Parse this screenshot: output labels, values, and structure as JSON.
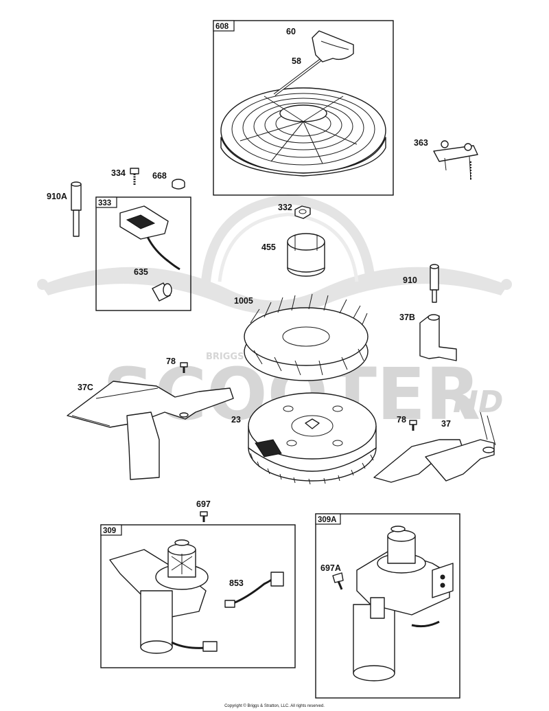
{
  "watermark": {
    "brand": "SCOOTER",
    "tag": "BRIGGS",
    "suffix": "HD"
  },
  "part_labels": {
    "p60": "60",
    "p58": "58",
    "p363": "363",
    "p334": "334",
    "p668": "668",
    "p910A": "910A",
    "p332": "332",
    "p455": "455",
    "p635": "635",
    "p910": "910",
    "p1005": "1005",
    "p37B": "37B",
    "p78a": "78",
    "p37C": "37C",
    "p23": "23",
    "p78b": "78",
    "p37": "37",
    "p697": "697",
    "p853": "853",
    "p697A": "697A"
  },
  "boxes": {
    "b608": "608",
    "b333": "333",
    "b309": "309",
    "b309A": "309A"
  },
  "copyright": "Copyright © Briggs & Stratton, LLC. All rights reserved."
}
